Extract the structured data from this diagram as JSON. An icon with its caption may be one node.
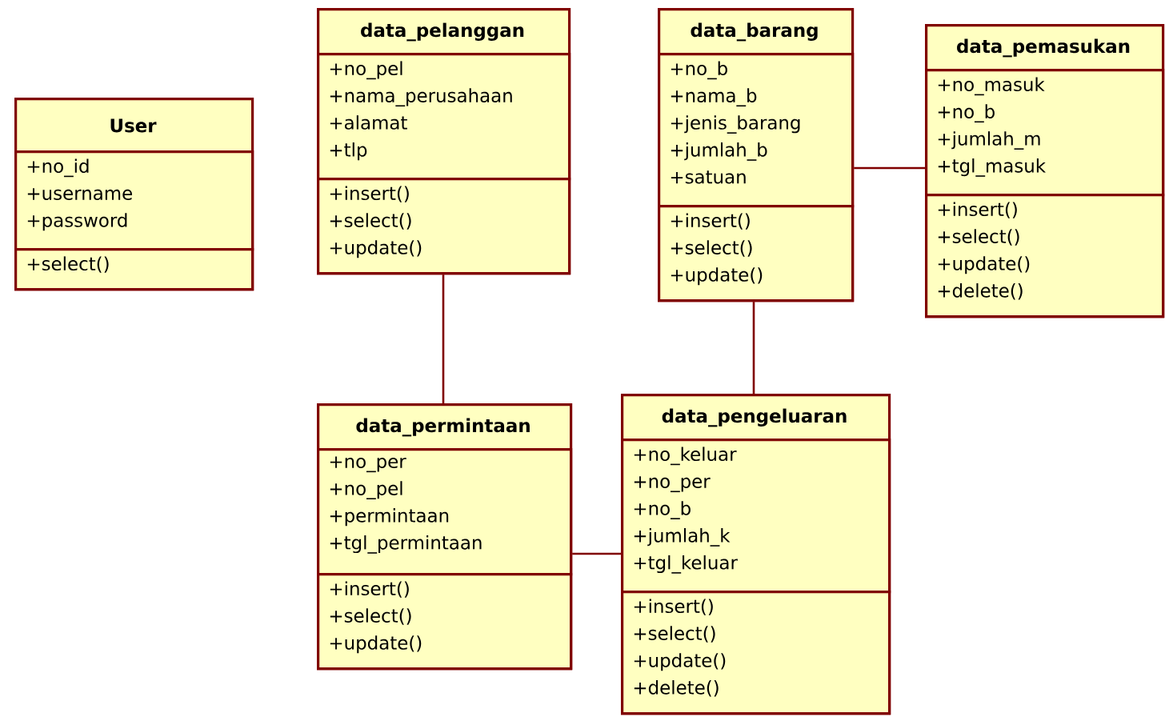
{
  "diagram": {
    "nodes": [
      {
        "text": [
          "User"
        ]
      },
      {
        "text": [
          "+no_id",
          "+username",
          "+password"
        ],
        "in": 0
      },
      {
        "text": [
          "+select()"
        ],
        "in": 0
      },
      {
        "text": [
          "data_pelanggan"
        ]
      },
      {
        "text": [
          "+no_pel",
          "+nama_perusahaan",
          "+alamat",
          "+tlp"
        ],
        "in": 3
      },
      {
        "text": [
          "+insert()",
          "+select()",
          "+update()"
        ],
        "in": 3
      },
      {
        "text": [
          "data_barang"
        ]
      },
      {
        "text": [
          "+no_b",
          "+nama_b",
          "+jenis_barang",
          "+jumlah_b",
          "+satuan"
        ],
        "in": 6
      },
      {
        "text": [
          "+insert()",
          "+select()",
          "+update()"
        ],
        "in": 6
      },
      {
        "text": [
          "data_pemasukan"
        ]
      },
      {
        "text": [
          "+no_masuk",
          "+no_b",
          "+jumlah_m",
          "+tgl_masuk"
        ],
        "in": 9
      },
      {
        "text": [
          "+insert()",
          "+select()",
          "+update()",
          "+delete()"
        ],
        "in": 9
      },
      {
        "text": [
          "data_permintaan"
        ]
      },
      {
        "text": [
          "+no_per",
          "+no_pel",
          "+permintaan",
          "+tgl_permintaan"
        ],
        "in": 12
      },
      {
        "text": [
          "+insert()",
          "+select()",
          "+update()"
        ],
        "in": 12
      },
      {
        "text": [
          "data_pengeluaran"
        ]
      },
      {
        "text": [
          "+no_keluar",
          "+no_per",
          "+no_b",
          "+jumlah_k",
          "+tgl_keluar"
        ],
        "in": 15
      },
      {
        "text": [
          "+insert()",
          "+select()",
          "+update()",
          "+delete()"
        ],
        "in": 15
      }
    ],
    "edges": [
      {
        "from": 3,
        "to": 12,
        "arrow": "none"
      },
      {
        "from": 6,
        "to": 9,
        "arrow": "none"
      },
      {
        "from": 6,
        "to": 15,
        "arrow": "none"
      },
      {
        "from": 12,
        "to": 15,
        "arrow": "none"
      }
    ]
  }
}
